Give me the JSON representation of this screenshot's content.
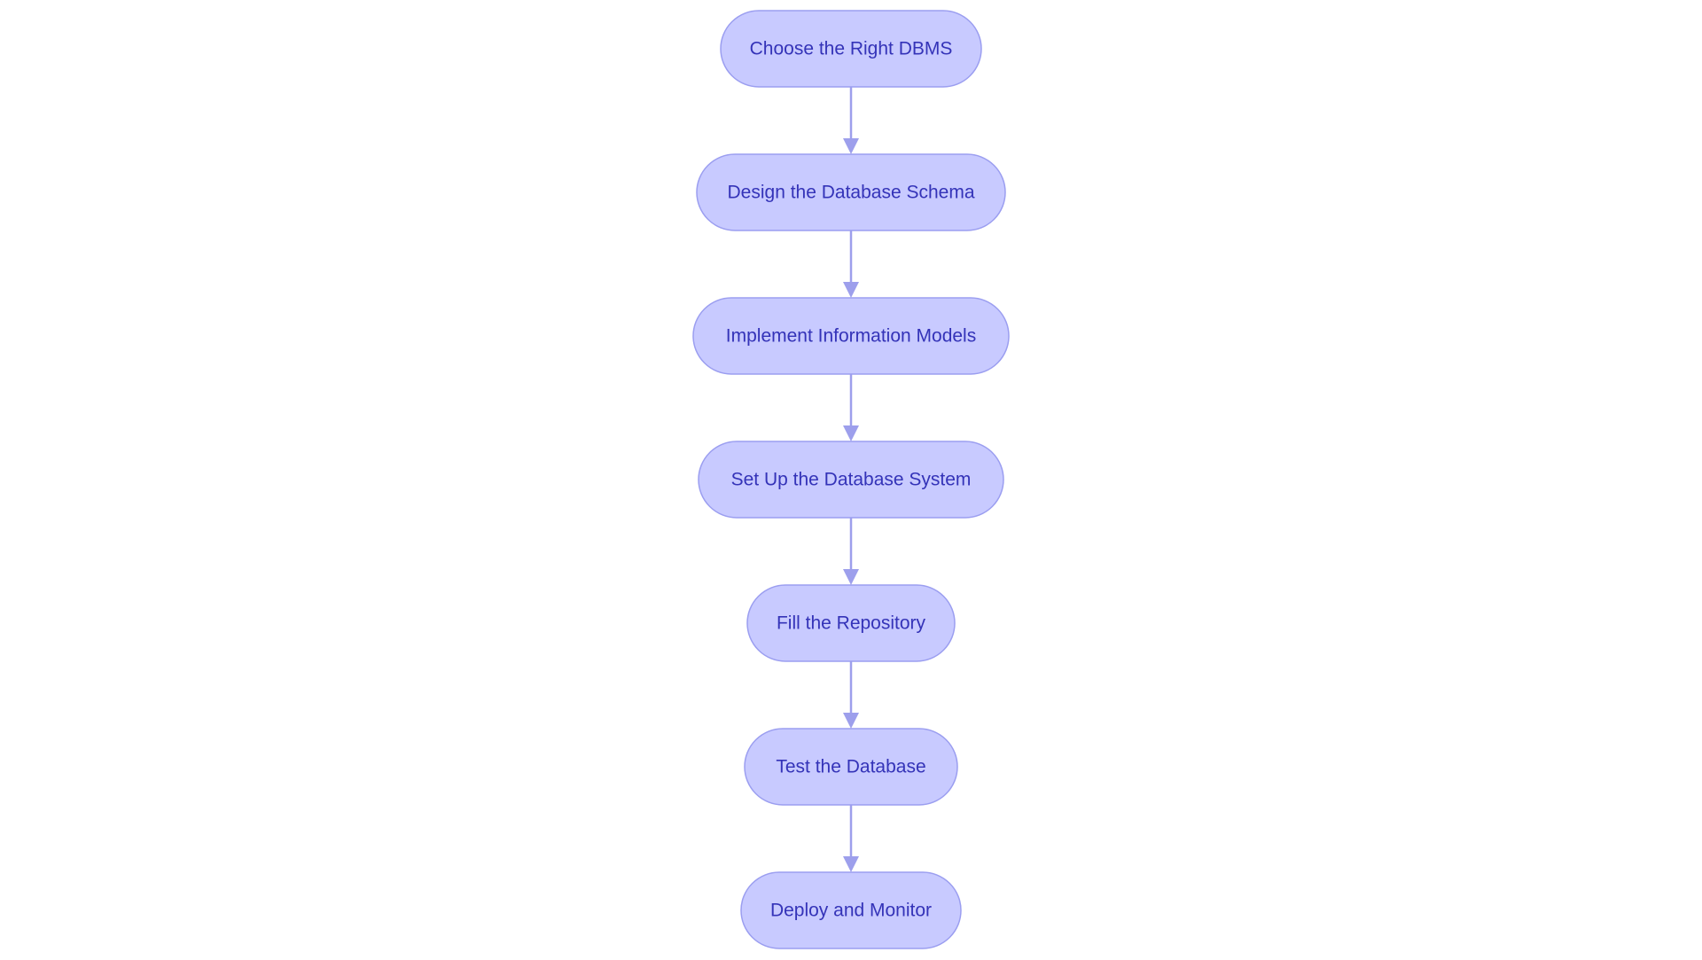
{
  "colors": {
    "background": "#ffffff",
    "node_fill": "#c8caff",
    "node_stroke": "#9b9ef0",
    "node_text": "#3433b8",
    "edge": "#9d9fec"
  },
  "flow": {
    "steps": [
      {
        "label": "Choose the Right DBMS"
      },
      {
        "label": "Design the Database Schema"
      },
      {
        "label": "Implement Information Models"
      },
      {
        "label": "Set Up the Database System"
      },
      {
        "label": "Fill the Repository"
      },
      {
        "label": "Test the Database"
      },
      {
        "label": "Deploy and Monitor"
      }
    ],
    "edges": [
      {
        "from": 0,
        "to": 1
      },
      {
        "from": 1,
        "to": 2
      },
      {
        "from": 2,
        "to": 3
      },
      {
        "from": 3,
        "to": 4
      },
      {
        "from": 4,
        "to": 5
      },
      {
        "from": 5,
        "to": 6
      }
    ]
  }
}
